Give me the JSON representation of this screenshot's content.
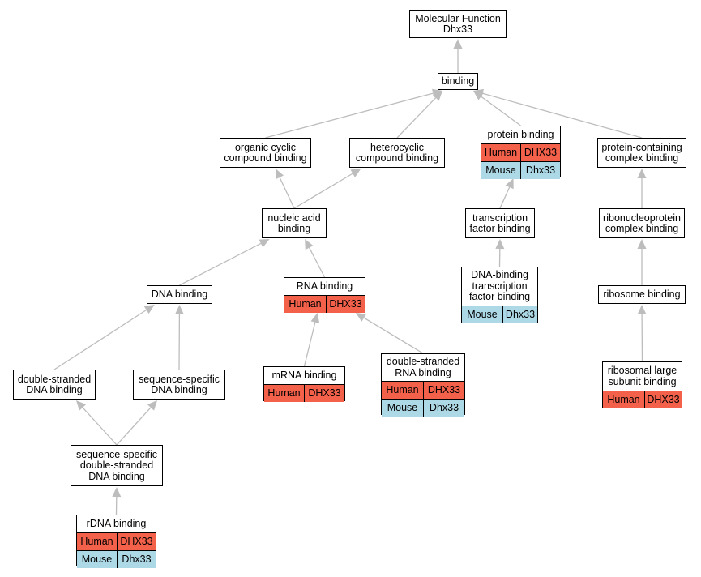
{
  "colors": {
    "human": "#f4614b",
    "mouse": "#add8e6",
    "edge": "#bdbdbd"
  },
  "nodes": {
    "mf": {
      "title": "Molecular Function\nDhx33"
    },
    "bind": {
      "title": "binding"
    },
    "ocb": {
      "title": "organic cyclic\ncompound binding"
    },
    "hcb": {
      "title": "heterocyclic\ncompound binding"
    },
    "pb": {
      "title": "protein binding",
      "rows": [
        {
          "species": "Human",
          "gene": "DHX33"
        },
        {
          "species": "Mouse",
          "gene": "Dhx33"
        }
      ]
    },
    "pcb": {
      "title": "protein-containing\ncomplex binding"
    },
    "nab": {
      "title": "nucleic acid\nbinding"
    },
    "tfb": {
      "title": "transcription\nfactor binding"
    },
    "rcb": {
      "title": "ribonucleoprotein\ncomplex binding"
    },
    "dnab": {
      "title": "DNA binding"
    },
    "rnab": {
      "title": "RNA binding",
      "rows": [
        {
          "species": "Human",
          "gene": "DHX33"
        }
      ]
    },
    "dbtfb": {
      "title": "DNA-binding\ntranscription\nfactor binding",
      "rows": [
        {
          "species": "Mouse",
          "gene": "Dhx33"
        }
      ]
    },
    "ribo": {
      "title": "ribosome binding"
    },
    "dsdb": {
      "title": "double-stranded\nDNA binding"
    },
    "ssdb": {
      "title": "sequence-specific\nDNA binding"
    },
    "mrna": {
      "title": "mRNA binding",
      "rows": [
        {
          "species": "Human",
          "gene": "DHX33"
        }
      ]
    },
    "dsrb": {
      "title": "double-stranded\nRNA binding",
      "rows": [
        {
          "species": "Human",
          "gene": "DHX33"
        },
        {
          "species": "Mouse",
          "gene": "Dhx33"
        }
      ]
    },
    "rlsb": {
      "title": "ribosomal large\nsubunit binding",
      "rows": [
        {
          "species": "Human",
          "gene": "DHX33"
        }
      ]
    },
    "ssds": {
      "title": "sequence-specific\ndouble-stranded\nDNA binding"
    },
    "rdna": {
      "title": "rDNA binding",
      "rows": [
        {
          "species": "Human",
          "gene": "DHX33"
        },
        {
          "species": "Mouse",
          "gene": "Dhx33"
        }
      ]
    }
  },
  "edges": [
    {
      "from": "bind",
      "to": "mf"
    },
    {
      "from": "ocb",
      "to": "bind"
    },
    {
      "from": "hcb",
      "to": "bind"
    },
    {
      "from": "pb",
      "to": "bind"
    },
    {
      "from": "pcb",
      "to": "bind"
    },
    {
      "from": "nab",
      "to": "ocb"
    },
    {
      "from": "nab",
      "to": "hcb"
    },
    {
      "from": "tfb",
      "to": "pb"
    },
    {
      "from": "rcb",
      "to": "pcb"
    },
    {
      "from": "dnab",
      "to": "nab"
    },
    {
      "from": "rnab",
      "to": "nab"
    },
    {
      "from": "dbtfb",
      "to": "tfb"
    },
    {
      "from": "ribo",
      "to": "rcb"
    },
    {
      "from": "dsdb",
      "to": "dnab"
    },
    {
      "from": "ssdb",
      "to": "dnab"
    },
    {
      "from": "mrna",
      "to": "rnab"
    },
    {
      "from": "dsrb",
      "to": "rnab"
    },
    {
      "from": "rlsb",
      "to": "ribo"
    },
    {
      "from": "ssds",
      "to": "dsdb"
    },
    {
      "from": "ssds",
      "to": "ssdb"
    },
    {
      "from": "rdna",
      "to": "ssds"
    }
  ]
}
